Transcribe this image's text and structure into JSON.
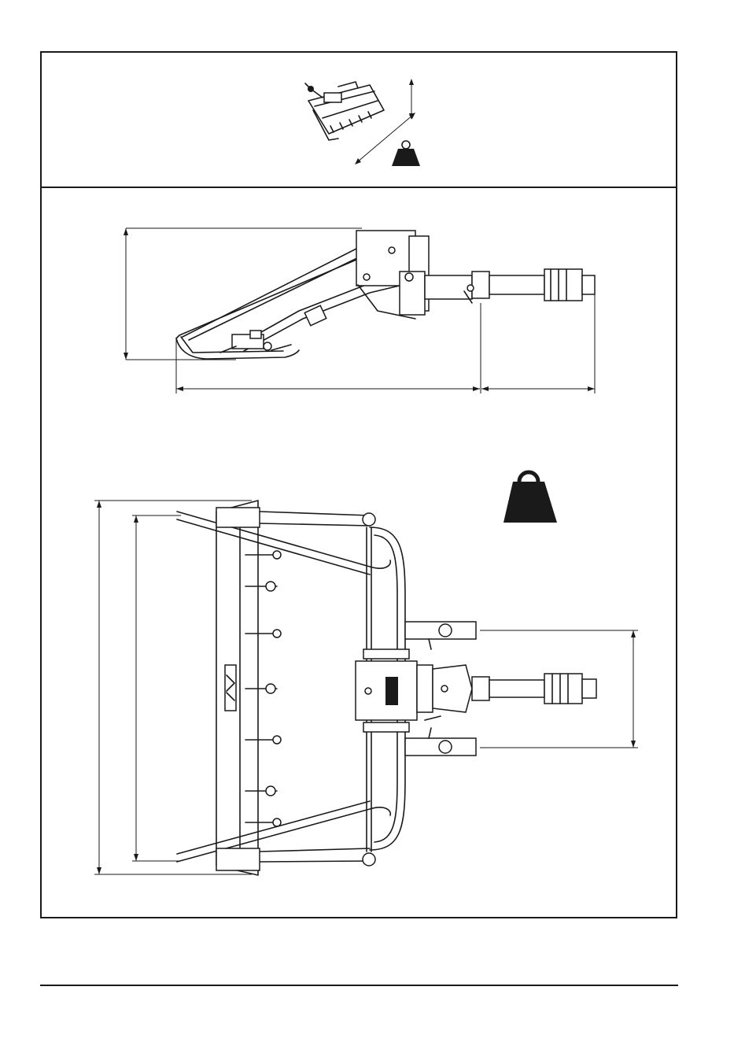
{
  "document": {
    "kind": "technical dimension drawing",
    "panels": [
      "icon-panel",
      "side-view",
      "top-view"
    ]
  },
  "icons": {
    "implement_icon": "bucket-implement-icon",
    "weight_icon_small": "weight-icon",
    "weight_icon_large": "weight-icon",
    "axis_icon": "dimension-axes-icon"
  },
  "colors": {
    "ink": "#1a1a1a",
    "paper": "#ffffff"
  }
}
